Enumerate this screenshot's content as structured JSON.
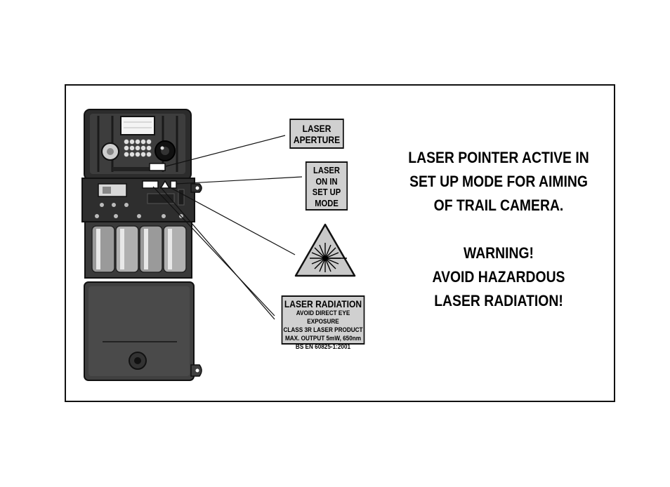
{
  "labels": {
    "laser_aperture": [
      "LASER",
      "APERTURE"
    ],
    "laser_on_setup": [
      "LASER",
      "ON IN",
      "SET UP",
      "MODE"
    ],
    "laser_radiation": {
      "title": "LASER RADIATION",
      "lines": [
        "AVOID DIRECT EYE EXPOSURE",
        "CLASS 3R LASER PRODUCT",
        "MAX. OUTPUT 5mW, 650nm",
        "BS EN 60825-1:2001"
      ]
    }
  },
  "notice": {
    "line1": "LASER POINTER ACTIVE IN",
    "line2": "SET UP MODE FOR AIMING",
    "line3": "OF TRAIL CAMERA.",
    "warning1": "WARNING!",
    "warning2": "AVOID HAZARDOUS",
    "warning3": "LASER RADIATION!"
  },
  "icons": {
    "warning_symbol": "laser-hazard-triangle-icon"
  },
  "colors": {
    "label_bg": "#d0d0d0",
    "camera_body": "#3a3a3a",
    "camera_dark": "#1f1f1f",
    "triangle_fill": "#c9c9c9"
  }
}
